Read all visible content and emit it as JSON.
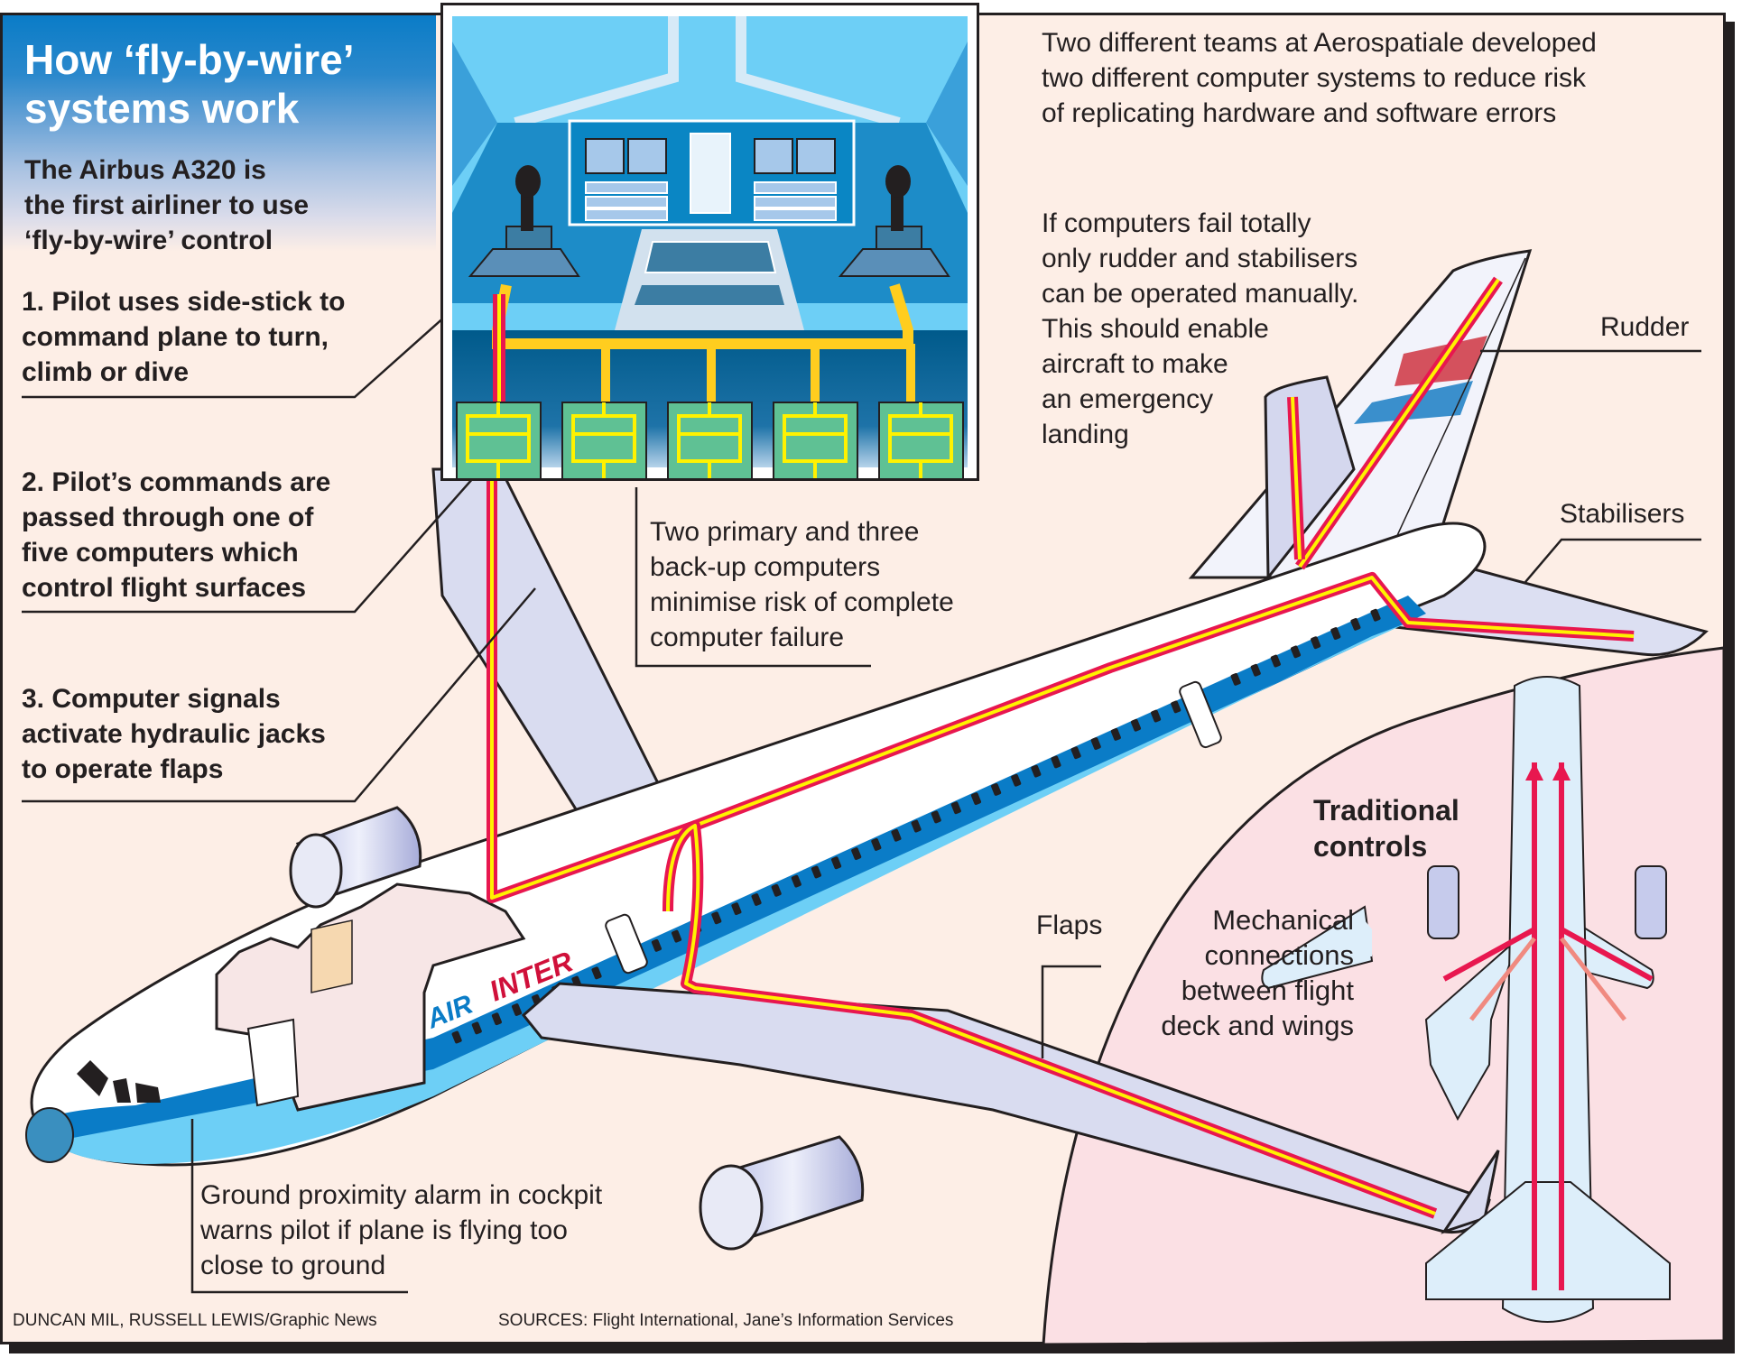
{
  "header": {
    "title_line1": "How ‘fly-by-wire’",
    "title_line2": "systems work",
    "subtitle_lines": [
      "The Airbus A320 is",
      "the first airliner to use",
      "‘fly-by-wire’ control"
    ]
  },
  "steps": [
    {
      "lines": [
        "1. Pilot uses side-stick to",
        "command plane to turn,",
        "climb or dive"
      ]
    },
    {
      "lines": [
        "2. Pilot’s commands are",
        "passed through one of",
        "five computers which",
        "control flight surfaces"
      ]
    },
    {
      "lines": [
        "3. Computer signals",
        "activate hydraulic jacks",
        "to operate flaps"
      ]
    }
  ],
  "notes": {
    "teams": [
      "Two different teams at Aerospatiale developed",
      "two different computer systems to reduce risk",
      "of replicating hardware and software errors"
    ],
    "failure": [
      "If computers fail totally",
      "only rudder and stabilisers",
      "can be operated manually.",
      "This should enable",
      "aircraft to make",
      "an emergency",
      "landing"
    ],
    "computers": [
      "Two primary and three",
      "back-up computers",
      "minimise risk of complete",
      "computer failure"
    ],
    "ground": [
      "Ground proximity alarm in cockpit",
      "warns pilot if plane is flying too",
      "close to ground"
    ]
  },
  "labels": {
    "rudder": "Rudder",
    "stabilisers": "Stabilisers",
    "flaps": "Flaps",
    "airline": [
      "AIR",
      "INTER"
    ]
  },
  "traditional": {
    "title_lines": [
      "Traditional",
      "controls"
    ],
    "desc_lines": [
      "Mechanical",
      "connections",
      "between flight",
      "deck and wings"
    ]
  },
  "cockpit": {
    "computer_count": 5,
    "side_sticks": 2
  },
  "credits": {
    "authors": "DUNCAN MIL, RUSSELL LEWIS/Graphic News",
    "sources": "SOURCES: Flight International, Jane’s Information Services"
  },
  "colors": {
    "title_blue": "#0a7cc7",
    "background": "#fdeee6",
    "inset_pink": "#fbe0e4",
    "wire_red": "#e8174f",
    "wire_yellow": "#fff200",
    "fuselage_blue": "#0a7cc7",
    "fuselage_cyan": "#6dcff6",
    "wing_lavender": "#d9dcf0",
    "computer_green": "#5fc194",
    "cockpit_sky": "#6dcff6",
    "cockpit_dark": "#005a8b"
  }
}
